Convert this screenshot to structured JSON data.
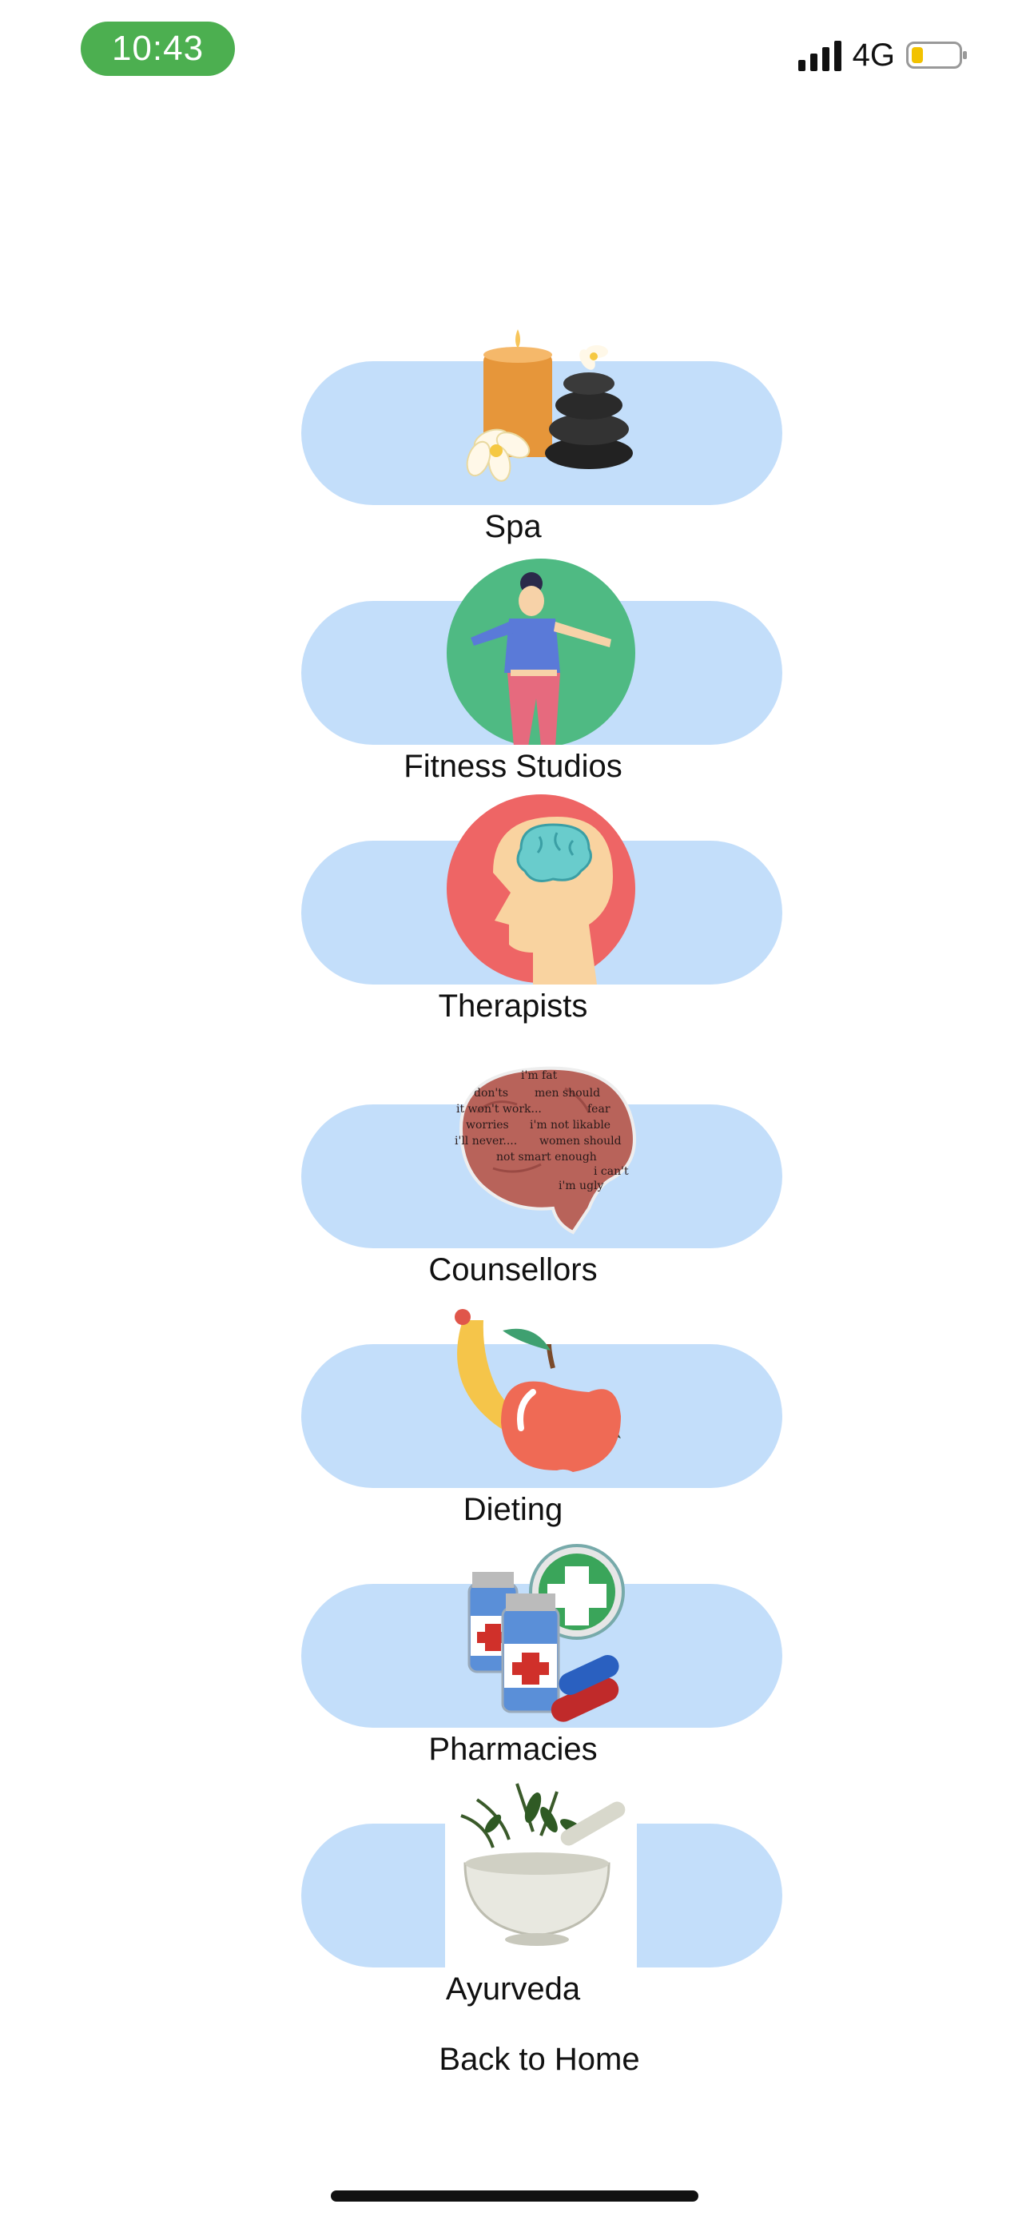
{
  "status_bar": {
    "time": "10:43",
    "network": "4G",
    "battery_level": 0.2
  },
  "categories": [
    {
      "label": "Spa",
      "icon": "spa-stones-icon"
    },
    {
      "label": "Fitness Studios",
      "icon": "fitness-person-icon"
    },
    {
      "label": "Therapists",
      "icon": "therapist-brain-head-icon"
    },
    {
      "label": "Counsellors",
      "icon": "counsellor-brain-thoughts-icon",
      "icon_text": [
        "i'm fat",
        "don'ts",
        "men should",
        "it won't work...",
        "fear",
        "worries",
        "i'm not likable",
        "i'll never....",
        "women should",
        "not smart enough",
        "i can't",
        "i'm ugly"
      ]
    },
    {
      "label": "Dieting",
      "icon": "fruit-apple-banana-icon"
    },
    {
      "label": "Pharmacies",
      "icon": "pharmacy-medicine-icon"
    },
    {
      "label": "Ayurveda",
      "icon": "ayurveda-mortar-pestle-icon"
    }
  ],
  "back_link": "Back to Home",
  "colors": {
    "pill": "#c3defa",
    "time_pill": "#4caf50"
  }
}
